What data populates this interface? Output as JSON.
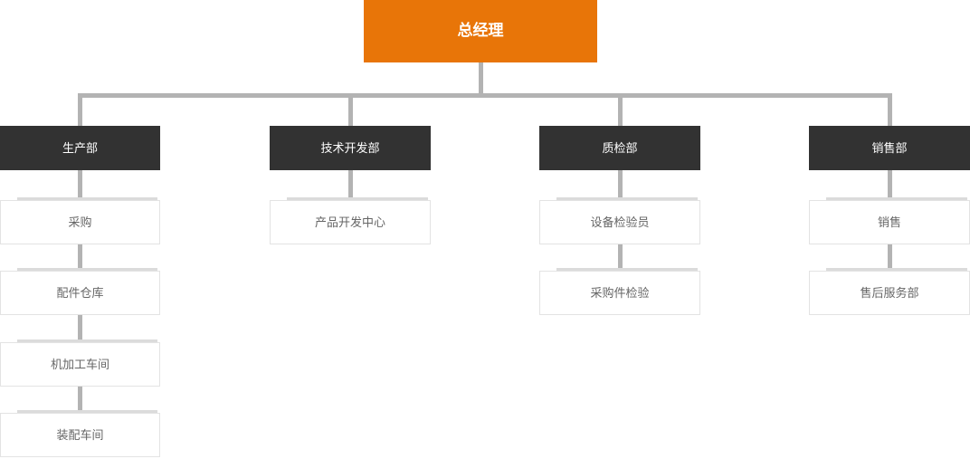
{
  "root": {
    "label": "总经理"
  },
  "departments": [
    {
      "label": "生产部",
      "children": [
        "采购",
        "配件仓库",
        "机加工车间",
        "装配车间"
      ]
    },
    {
      "label": "技术开发部",
      "children": [
        "产品开发中心"
      ]
    },
    {
      "label": "质检部",
      "children": [
        "设备检验员",
        "采购件检验"
      ]
    },
    {
      "label": "销售部",
      "children": [
        "销售",
        "售后服务部"
      ]
    }
  ],
  "colors": {
    "root_bg": "#E87508",
    "root_text": "#FFFFFF",
    "dept_bg": "#323232",
    "dept_text": "#FFFFFF",
    "node_bg": "#FFFFFF",
    "node_border": "#E3E3E3",
    "node_shadow": "#DBDBDB",
    "node_text": "#666666",
    "connector": "#B3B3B3"
  }
}
